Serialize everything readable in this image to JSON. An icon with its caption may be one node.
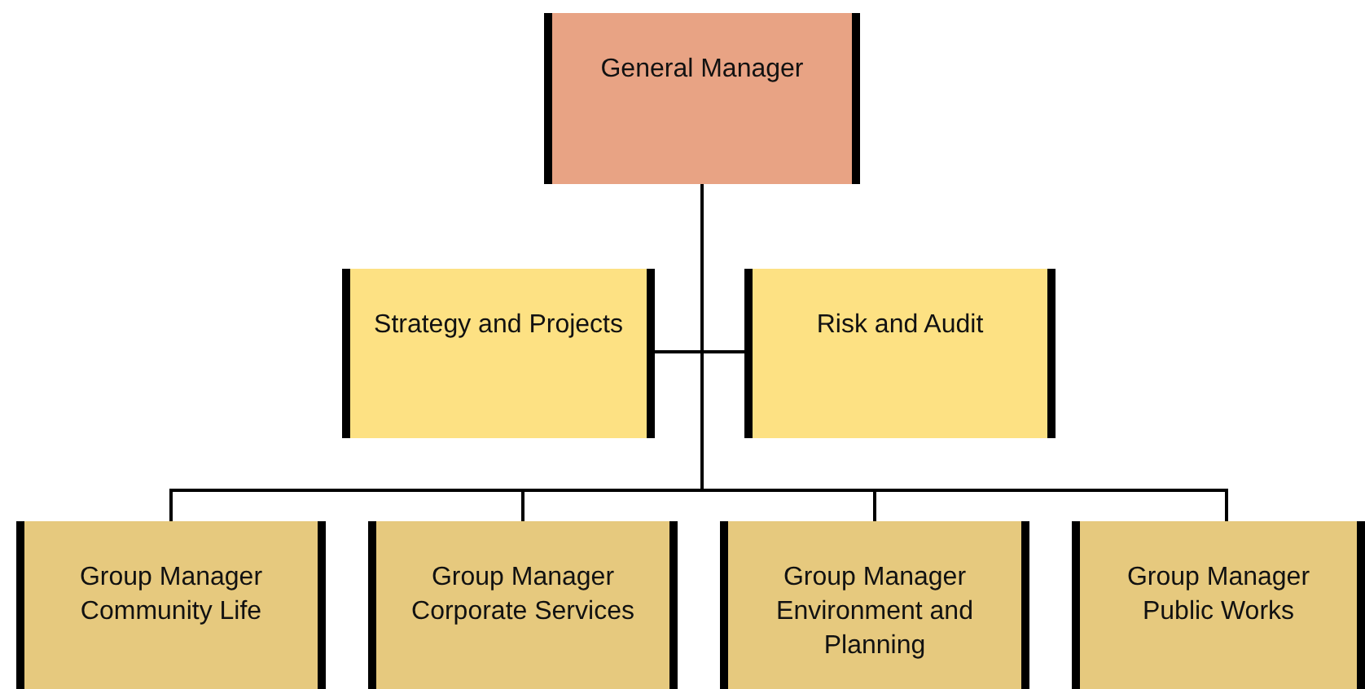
{
  "diagram": {
    "nodes": [
      {
        "text": [
          "General Manager"
        ]
      },
      {
        "text": [
          "Strategy and Projects"
        ]
      },
      {
        "text": [
          "Risk and Audit"
        ]
      },
      {
        "text": [
          "Group Manager Community Life"
        ]
      },
      {
        "text": [
          "Group Manager Corporate Services"
        ]
      },
      {
        "text": [
          "Group Manager Environment and Planning"
        ]
      },
      {
        "text": [
          "Group Manager Public Works"
        ]
      }
    ],
    "edges": [
      {
        "from": 0,
        "to": 1,
        "arrow": "none"
      },
      {
        "from": 0,
        "to": 2,
        "arrow": "none"
      },
      {
        "from": 0,
        "to": 3,
        "arrow": "none"
      },
      {
        "from": 0,
        "to": 4,
        "arrow": "none"
      },
      {
        "from": 0,
        "to": 5,
        "arrow": "none"
      },
      {
        "from": 0,
        "to": 6,
        "arrow": "none"
      }
    ]
  }
}
